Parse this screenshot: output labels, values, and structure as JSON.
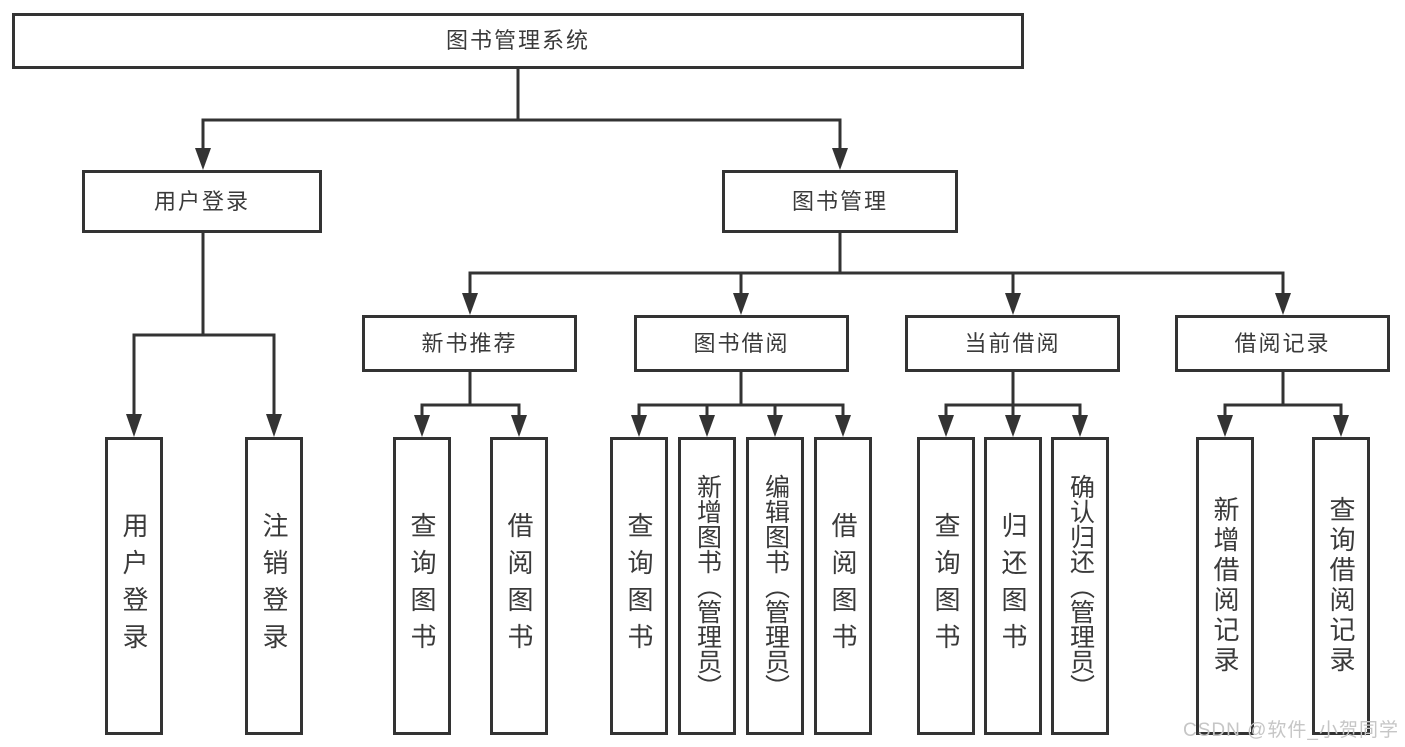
{
  "tree": {
    "root": {
      "label": "图书管理系统",
      "children": [
        {
          "label": "用户登录",
          "children": [
            {
              "label": "用户登录"
            },
            {
              "label": "注销登录"
            }
          ]
        },
        {
          "label": "图书管理",
          "children": [
            {
              "label": "新书推荐",
              "children": [
                {
                  "label": "查询图书"
                },
                {
                  "label": "借阅图书"
                }
              ]
            },
            {
              "label": "图书借阅",
              "children": [
                {
                  "label": "查询图书"
                },
                {
                  "label": "新增图书（管理员）"
                },
                {
                  "label": "编辑图书（管理员）"
                },
                {
                  "label": "借阅图书"
                }
              ]
            },
            {
              "label": "当前借阅",
              "children": [
                {
                  "label": "查询图书"
                },
                {
                  "label": "归还图书"
                },
                {
                  "label": "确认归还（管理员）"
                }
              ]
            },
            {
              "label": "借阅记录",
              "children": [
                {
                  "label": "新增借阅记录"
                },
                {
                  "label": "查询借阅记录"
                }
              ]
            }
          ]
        }
      ]
    }
  },
  "watermark": {
    "text": "CSDN @软件_小贺同学"
  },
  "colors": {
    "line": "#333333",
    "border": "#333333",
    "background": "#ffffff",
    "text": "#3a3a3a",
    "watermark": "#c6c6c6"
  }
}
